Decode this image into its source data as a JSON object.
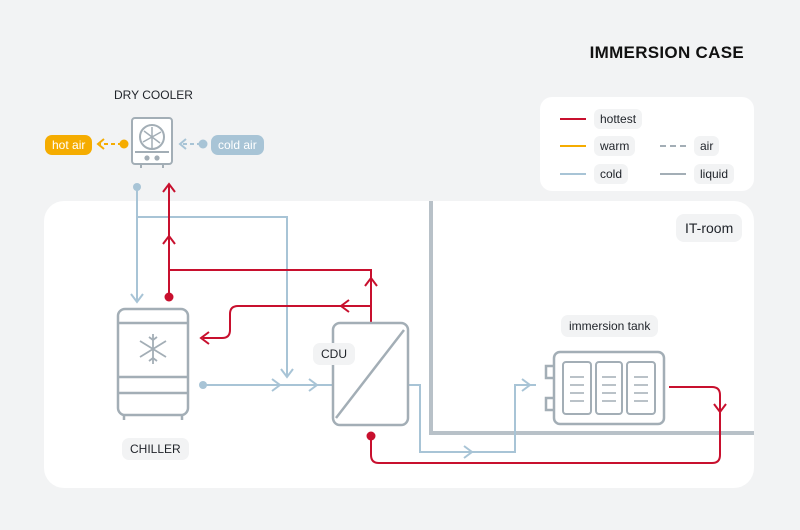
{
  "title": "IMMERSION CASE",
  "labels": {
    "dry_cooler": "DRY COOLER",
    "chiller": "CHILLER",
    "cdu": "CDU",
    "immersion_tank": "immersion tank",
    "it_room": "IT-room",
    "hot_air": "hot air",
    "cold_air": "cold air"
  },
  "legend": {
    "hottest": "hottest",
    "warm": "warm",
    "cold": "cold",
    "air": "air",
    "liquid": "liquid"
  },
  "colors": {
    "hottest": "#c8102e",
    "warm": "#f5ac00",
    "cold": "#a8c4d6",
    "equipment": "#a3aeb6",
    "room": "#ffffff",
    "background": "#f2f3f4"
  },
  "icons": {
    "dry_cooler": "fan-icon",
    "chiller": "snowflake-icon",
    "cdu": "heat-exchanger-icon",
    "tank": "server-rack-icon"
  }
}
